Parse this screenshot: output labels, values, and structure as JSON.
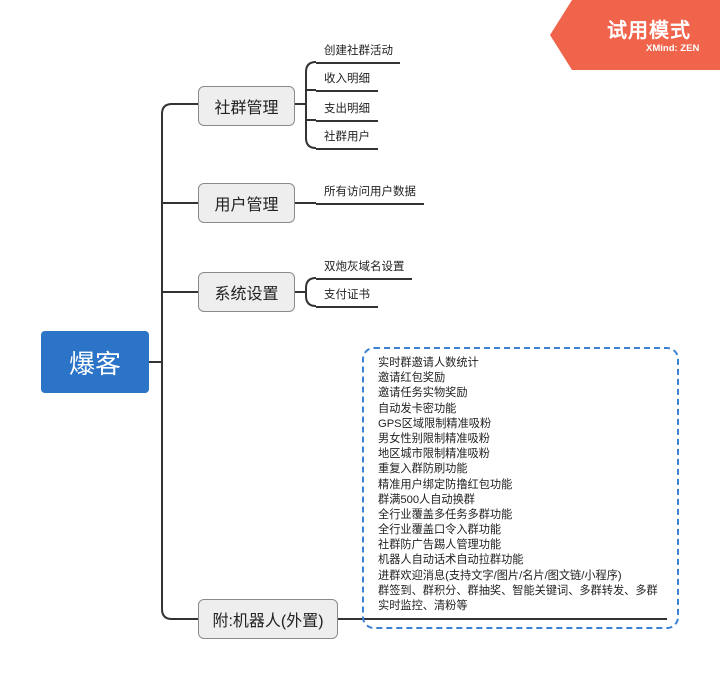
{
  "root": {
    "label": "爆客"
  },
  "branches": [
    {
      "label": "社群管理",
      "children": [
        "创建社群活动",
        "收入明细",
        "支出明细",
        "社群用户"
      ]
    },
    {
      "label": "用户管理",
      "children": [
        "所有访问用户数据"
      ]
    },
    {
      "label": "系统设置",
      "children": [
        "双炮灰域名设置",
        "支付证书"
      ]
    },
    {
      "label": "附:机器人(外置)",
      "children": []
    }
  ],
  "robot_features": [
    "实时群邀请人数统计",
    "邀请红包奖励",
    "邀请任务实物奖励",
    "自动发卡密功能",
    "GPS区域限制精准吸粉",
    "男女性别限制精准吸粉",
    "地区城市限制精准吸粉",
    "重复入群防刷功能",
    "精准用户绑定防撸红包功能",
    "群满500人自动换群",
    "全行业覆盖多任务多群功能",
    "全行业覆盖口令入群功能",
    "社群防广告踢人管理功能",
    "机器人自动话术自动拉群功能",
    "进群欢迎消息(支持文字/图片/名片/图文链/小程序)",
    "群签到、群积分、群抽奖、智能关键词、多群转发、多群",
    "实时监控、清粉等"
  ],
  "watermark": {
    "title": "试用模式",
    "brand": "XMind: ZEN"
  },
  "colors": {
    "root": "#2b74c7",
    "watermark": "#f0644c",
    "dashed_border": "#3b82d4"
  }
}
